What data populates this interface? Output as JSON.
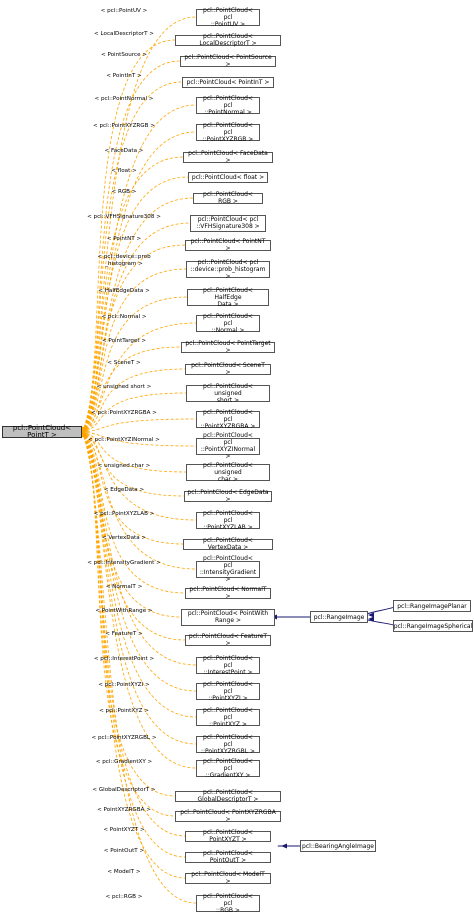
{
  "root": "pcl::PointCloud< PointT >",
  "specializations": [
    {
      "label": "< pcl::PointUV >",
      "node": "pcl::PointCloud< pcl\n::PointUV >"
    },
    {
      "label": "< LocalDescriptorT >",
      "node": "pcl::PointCloud< LocalDescriptorT >"
    },
    {
      "label": "< PointSource >",
      "node": "pcl::PointCloud< PointSource >"
    },
    {
      "label": "< PointInT >",
      "node": "pcl::PointCloud< PointInT >"
    },
    {
      "label": "< pcl::PointNormal >",
      "node": "pcl::PointCloud< pcl\n::PointNormal >"
    },
    {
      "label": "< pcl::PointXYZRGB >",
      "node": "pcl::PointCloud< pcl\n::PointXYZRGB >"
    },
    {
      "label": "< FaceData >",
      "node": "pcl::PointCloud< FaceData >"
    },
    {
      "label": "< float >",
      "node": "pcl::PointCloud< float >"
    },
    {
      "label": "< RGB >",
      "node": "pcl::PointCloud< RGB >"
    },
    {
      "label": "< pcl::VFHSignature308 >",
      "node": "pcl::PointCloud< pcl\n::VFHSignature308 >"
    },
    {
      "label": "< PointNT >",
      "node": "pcl::PointCloud< PointNT >"
    },
    {
      "label": "< pcl::device::prob\n_histogram >",
      "node": "pcl::PointCloud< pcl\n::device::prob_histogram >"
    },
    {
      "label": "< HalfEdgeData >",
      "node": "pcl::PointCloud< HalfEdge\nData >"
    },
    {
      "label": "< pcl::Normal >",
      "node": "pcl::PointCloud< pcl\n::Normal >"
    },
    {
      "label": "< PointTarget >",
      "node": "pcl::PointCloud< PointTarget >"
    },
    {
      "label": "< SceneT >",
      "node": "pcl::PointCloud< SceneT >"
    },
    {
      "label": "< unsigned short >",
      "node": "pcl::PointCloud< unsigned\nshort >"
    },
    {
      "label": "< pcl::PointXYZRGBA >",
      "node": "pcl::PointCloud< pcl\n::PointXYZRGBA >"
    },
    {
      "label": "< pcl::PointXYZINormal >",
      "node": "pcl::PointCloud< pcl\n::PointXYZINormal >"
    },
    {
      "label": "< unsigned char >",
      "node": "pcl::PointCloud< unsigned\nchar >"
    },
    {
      "label": "< EdgeData >",
      "node": "pcl::PointCloud< EdgeData >"
    },
    {
      "label": "< pcl::PointXYZLAB >",
      "node": "pcl::PointCloud< pcl\n::PointXYZLAB >"
    },
    {
      "label": "< VertexData >",
      "node": "pcl::PointCloud< VertexData >"
    },
    {
      "label": "< pcl::IntensityGradient >",
      "node": "pcl::PointCloud< pcl\n::IntensityGradient >"
    },
    {
      "label": "< NormalT >",
      "node": "pcl::PointCloud< NormalT >"
    },
    {
      "label": "< PointWithRange >",
      "node": "pcl::PointCloud< PointWith\nRange >"
    },
    {
      "label": "< FeatureT >",
      "node": "pcl::PointCloud< FeatureT >"
    },
    {
      "label": "< pcl::InterestPoint >",
      "node": "pcl::PointCloud< pcl\n::InterestPoint >"
    },
    {
      "label": "< pcl::PointXYZI >",
      "node": "pcl::PointCloud< pcl\n::PointXYZI >"
    },
    {
      "label": "< pcl::PointXYZ >",
      "node": "pcl::PointCloud< pcl\n::PointXYZ >"
    },
    {
      "label": "< pcl::PointXYZRGBL >",
      "node": "pcl::PointCloud< pcl\n::PointXYZRGBL >"
    },
    {
      "label": "< pcl::GradientXY >",
      "node": "pcl::PointCloud< pcl\n::GradientXY >"
    },
    {
      "label": "< GlobalDescriptorT >",
      "node": "pcl::PointCloud< GlobalDescriptorT >"
    },
    {
      "label": "< PointXYZRGBA >",
      "node": "pcl::PointCloud< PointXYZRGBA >"
    },
    {
      "label": "< PointXYZT >",
      "node": "pcl::PointCloud< PointXYZT >"
    },
    {
      "label": "< PointOutT >",
      "node": "pcl::PointCloud< PointOutT >"
    },
    {
      "label": "< ModelT >",
      "node": "pcl::PointCloud< ModelT >"
    },
    {
      "label": "< pcl::RGB >",
      "node": "pcl::PointCloud< pcl\n::RGB >"
    }
  ],
  "derived": {
    "range_image": "pcl::RangeImage",
    "range_image_planar": "pcl::RangeImagePlanar",
    "range_image_spherical": "pcl::RangeImageSpherical",
    "bearing_angle_image": "pcl::BearingAngleImage"
  },
  "colors": {
    "template_edge": "#ffa500",
    "inherit_edge": "#191970",
    "root_fill": "#bfbfbf"
  }
}
